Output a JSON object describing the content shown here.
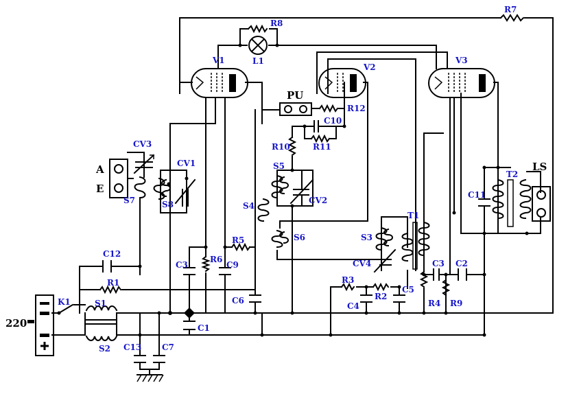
{
  "labels": {
    "R7": "R7",
    "R8": "R8",
    "L1": "L1",
    "V1": "V1",
    "V2": "V2",
    "V3": "V3",
    "PU": "PU",
    "R12": "R12",
    "C10": "C10",
    "R11": "R11",
    "R10": "R10",
    "CV3": "CV3",
    "CV1": "CV1",
    "A": "A",
    "E": "E",
    "S7": "S7",
    "S8": "S8",
    "S5": "S5",
    "CV2": "CV2",
    "S4": "S4",
    "S6": "S6",
    "T1": "T1",
    "T2": "T2",
    "LS": "LS",
    "C11": "C11",
    "S3": "S3",
    "CV4": "CV4",
    "C3a": "C3",
    "C3b": "C3",
    "C2": "C2",
    "R5": "R5",
    "R6": "R6",
    "C9": "C9",
    "C12": "C12",
    "R1": "R1",
    "R3": "R3",
    "R2": "R2",
    "C5": "C5",
    "C4": "C4",
    "R4": "R4",
    "R9": "R9",
    "C6": "C6",
    "K1": "K1",
    "S1": "S1",
    "S2": "S2",
    "C1": "C1",
    "C13": "C13",
    "C7": "C7",
    "V220": "220"
  }
}
